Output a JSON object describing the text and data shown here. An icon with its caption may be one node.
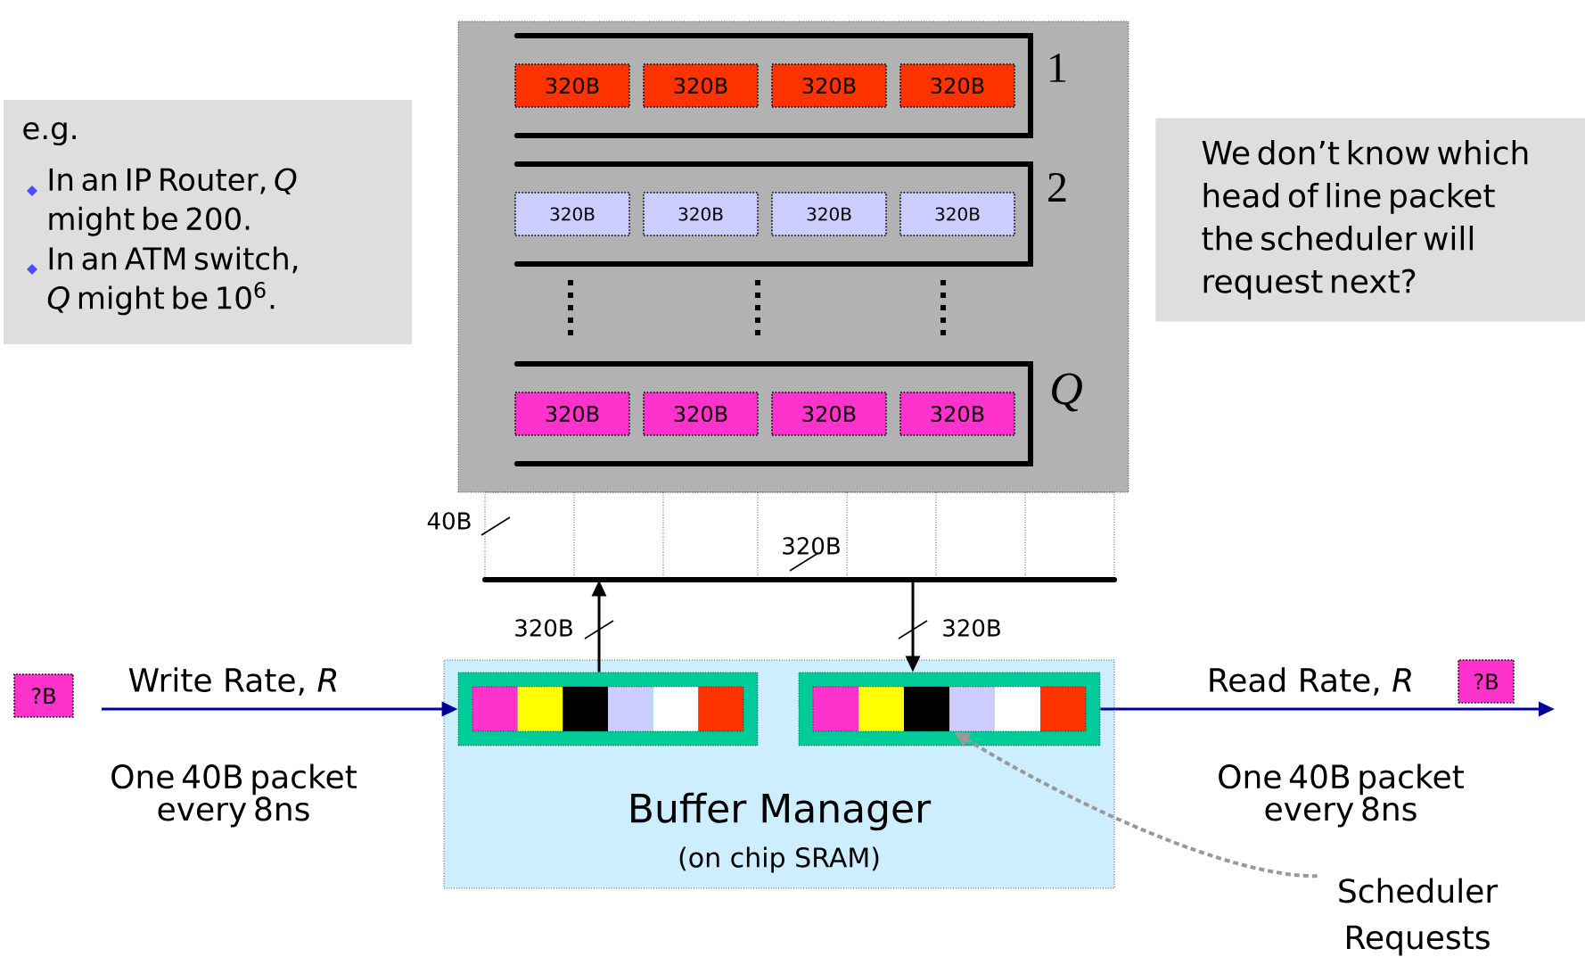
{
  "diagram": {
    "nodes": [
      {
        "text": [],
        "shape": "box"
      },
      {
        "text": [
          "320B"
        ],
        "in": 0
      },
      {
        "text": [
          "320B"
        ],
        "in": 0
      },
      {
        "text": [
          "320B"
        ],
        "in": 0
      },
      {
        "text": [
          "320B"
        ],
        "in": 0
      },
      {
        "text": [
          "320B"
        ],
        "in": 0
      },
      {
        "text": [
          "320B"
        ],
        "in": 0
      },
      {
        "text": [
          "320B"
        ],
        "in": 0
      },
      {
        "text": [
          "320B"
        ],
        "in": 0
      },
      {
        "text": [
          "320B"
        ],
        "in": 0
      },
      {
        "text": [
          "320B"
        ],
        "in": 0
      },
      {
        "text": [
          "320B"
        ],
        "in": 0
      },
      {
        "text": [
          "320B"
        ],
        "in": 0
      },
      {
        "text": [],
        "shape": "box"
      },
      {
        "text": [
          "Buffer Manager",
          "(on chip SRAM)"
        ]
      },
      {
        "text": [],
        "shape": "box",
        "in": 14
      },
      {
        "text": [],
        "shape": "box",
        "in": 14
      },
      {
        "text": [
          "?B"
        ]
      },
      {
        "text": [
          "?B"
        ]
      },
      {
        "text": [
          "Scheduler Requests"
        ]
      },
      {
        "text": [
          "e.g.",
          "In an IP Router, *Q* might be 200.",
          "In an ATM switch, *Q* might be 10$^{6}$."
        ]
      },
      {
        "text": [
          "We don’t know which head of line packet the scheduler will request next?"
        ]
      }
    ],
    "edges": [
      {
        "from": null,
        "to": 15,
        "arrow": "to",
        "label": "Write Rate, *R*",
        "color": "#000099"
      },
      {
        "from": 15,
        "to": 13,
        "arrow": "to",
        "label": "320B",
        "color": "#000000"
      },
      {
        "from": 13,
        "to": 16,
        "arrow": "to",
        "label": "320B",
        "color": "#000000"
      },
      {
        "from": 16,
        "to": null,
        "arrow": "to",
        "label": "Read Rate, *R*",
        "color": "#000099"
      },
      {
        "from": 19,
        "to": 16,
        "arrow": "to",
        "style": "dashed",
        "color": "#999999"
      }
    ],
    "labels": [
      "1",
      "2",
      "Q",
      "40B",
      "320B",
      "One 40B packet every 8ns",
      "One 40B packet every 8ns"
    ]
  }
}
